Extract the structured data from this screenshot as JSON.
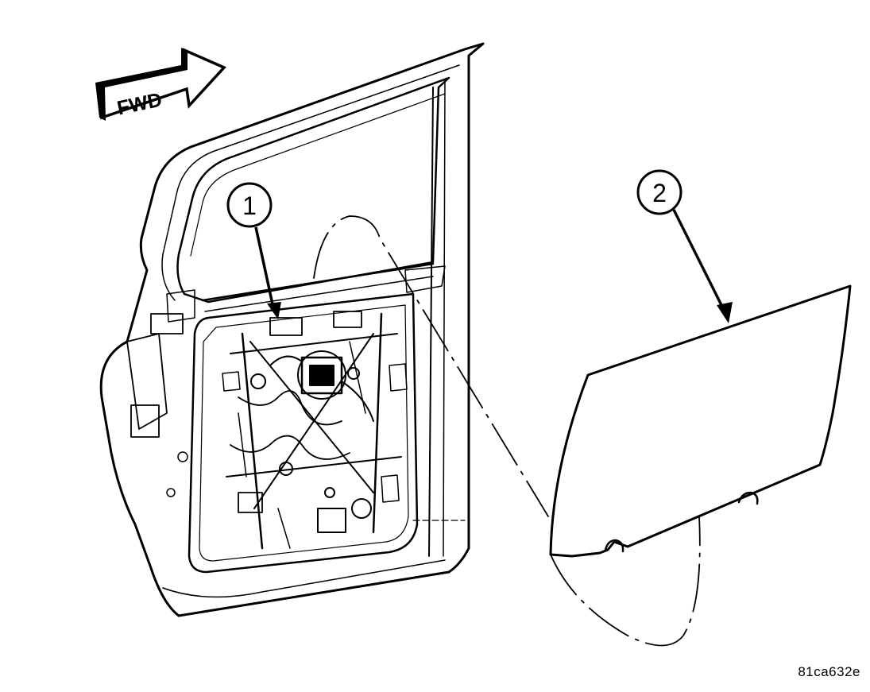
{
  "direction_arrow": {
    "label": "FWD"
  },
  "callouts": [
    {
      "number": "1"
    },
    {
      "number": "2"
    }
  ],
  "figure_code": "81ca632e",
  "colors": {
    "ink": "#000000",
    "background": "#ffffff"
  }
}
